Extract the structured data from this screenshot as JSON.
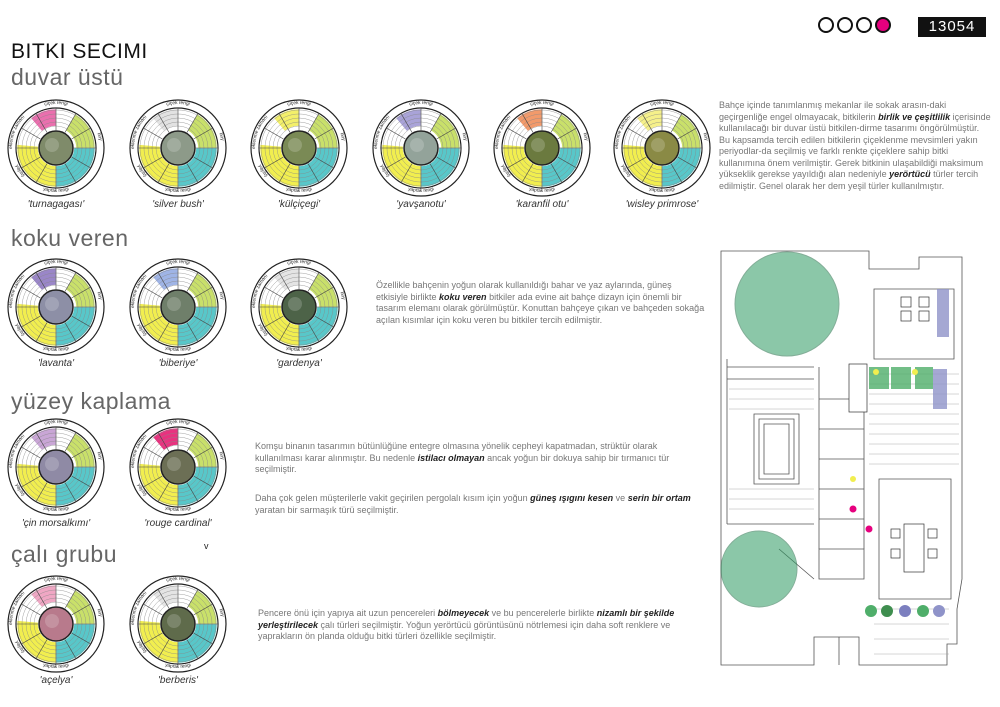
{
  "header": {
    "sheet_no": "13054",
    "page_circles": [
      false,
      false,
      false,
      true
    ]
  },
  "title": "BITKI SECIMI",
  "sections": {
    "duvar_ustu": "duvar üstü",
    "koku_veren": "koku veren",
    "yuzey_kaplama": "yüzey kaplama",
    "cali_grubu": "çalı grubu"
  },
  "wheel_labels": {
    "top": "çiçek rengi",
    "left": "çiçeklenme zamanı",
    "right": "boy",
    "bottom": "yaprak rengi",
    "lower_left": "yayılış"
  },
  "plants": [
    {
      "name": "'turnagagası'",
      "flower": "#ea6fae",
      "photo": "#7f8b6a",
      "bloom": "#c9e06a"
    },
    {
      "name": "'silver bush'",
      "flower": "#e2e2e2",
      "photo": "#8d9a89",
      "bloom": "#c9e06a"
    },
    {
      "name": "'külçiçegi'",
      "flower": "#f3ef6a",
      "photo": "#7a8a55",
      "bloom": "#c9e06a"
    },
    {
      "name": "'yavşanotu'",
      "flower": "#a9a3d8",
      "photo": "#93a39a",
      "bloom": "#c9e06a"
    },
    {
      "name": "'karanfil otu'",
      "flower": "#f29a6b",
      "photo": "#6b7a3f",
      "bloom": "#c9e06a"
    },
    {
      "name": "'wisley primrose'",
      "flower": "#f5f08a",
      "photo": "#8a8a45",
      "bloom": "#c9e06a"
    },
    {
      "name": "'lavanta'",
      "flower": "#9a86c8",
      "photo": "#8d8fa6",
      "bloom": "#c9e06a"
    },
    {
      "name": "'biberiye'",
      "flower": "#9fb4e6",
      "photo": "#6f7f6a",
      "bloom": "#c9e06a"
    },
    {
      "name": "'gardenya'",
      "flower": "#e4e4e4",
      "photo": "#4d6348",
      "bloom": "#c9e06a"
    },
    {
      "name": "'çin morsalkımı'",
      "flower": "#c9a6d6",
      "photo": "#8f8aa5",
      "bloom": "#c9e06a"
    },
    {
      "name": "'rouge cardinal'",
      "flower": "#e8327f",
      "photo": "#6c6f55",
      "bloom": "#c9e06a"
    },
    {
      "name": "'açelya'",
      "flower": "#f0a7c4",
      "photo": "#b87a8c",
      "bloom": "#c9e06a"
    },
    {
      "name": "'berberis'",
      "flower": "#e4e4e4",
      "photo": "#5f6b4b",
      "bloom": "#c9e06a"
    }
  ],
  "paragraphs": {
    "p1": {
      "t1": "Bahçe içinde tanımlanmış mekanlar ile sokak arasın-daki geçirgenliğe engel olmayacak, bitkilerin ",
      "b1": "birlik ve çeşitlilik",
      "t2": " içerisinde kullanılacağı bir duvar üstü bitkilen-dirme tasarımı öngörülmüştür. Bu kapsamda tercih edilen bitkilerin çiçeklenme mevsimleri yakın periyodlar-da seçilmiş ve farklı renkte çiçeklere sahip bitki kullanımına önem verilmiştir. Gerek bitkinin ulaşabildiği maksimum yükseklik gerekse yayıldığı alan nedeniyle ",
      "b2": "yerörtücü",
      "t3": " türler tercih edilmiştir. Genel olarak her dem yeşil türler kullanılmıştır."
    },
    "p2": {
      "t1": "Özellikle bahçenin yoğun olarak kullanıldığı bahar ve yaz aylarında, güneş etkisiyle birlikte ",
      "b1": "koku veren",
      "t2": " bitkiler ada evine ait bahçe dizayn için önemli bir tasarım elemanı olarak görülmüştür. Konuttan bahçeye çıkan ve bahçeden sokağa açılan kısımlar için koku veren bu bitkiler tercih edilmiştir."
    },
    "p3": {
      "t1": "Komşu binanın tasarımın bütünlüğüne entegre olmasına yönelik cepheyi kapatmadan, strüktür olarak kullanılması karar alınmıştır. Bu nedenle ",
      "b1": "istilacı olmayan",
      "t2": " ancak yoğun bir dokuya sahip bir tırmanıcı tür seçilmiştir."
    },
    "p4": {
      "t1": "Daha çok gelen müşterilerle vakit geçirilen pergolalı kısım için yoğun ",
      "b1": "güneş ışıgını kesen",
      "t2": " ve ",
      "b2": "serin bir ortam",
      "t3": " yaratan bir sarmaşık türü seçilmiştir."
    },
    "p5": {
      "t1": "Pencere önü için yapıya ait uzun pencereleri ",
      "b1": "bölmeyecek",
      "t2": " ve bu pencerelerle birlikte ",
      "b2": "nizamlı bir şekilde yerleştirilecek",
      "t3": " çalı türleri seçilmiştir. Yoğun yerörtücü görüntüsünü nötrlemesi için daha soft renklere ve yaprakların ön planda olduğu bitki türleri özellikle seçilmiştir."
    }
  },
  "stray_mark": "v",
  "colors": {
    "accent": "#e6007e",
    "yellow": "#f1ee4f",
    "teal": "#58c7c9",
    "lime": "#c9e06a",
    "plan_green": "#2e9a62"
  }
}
